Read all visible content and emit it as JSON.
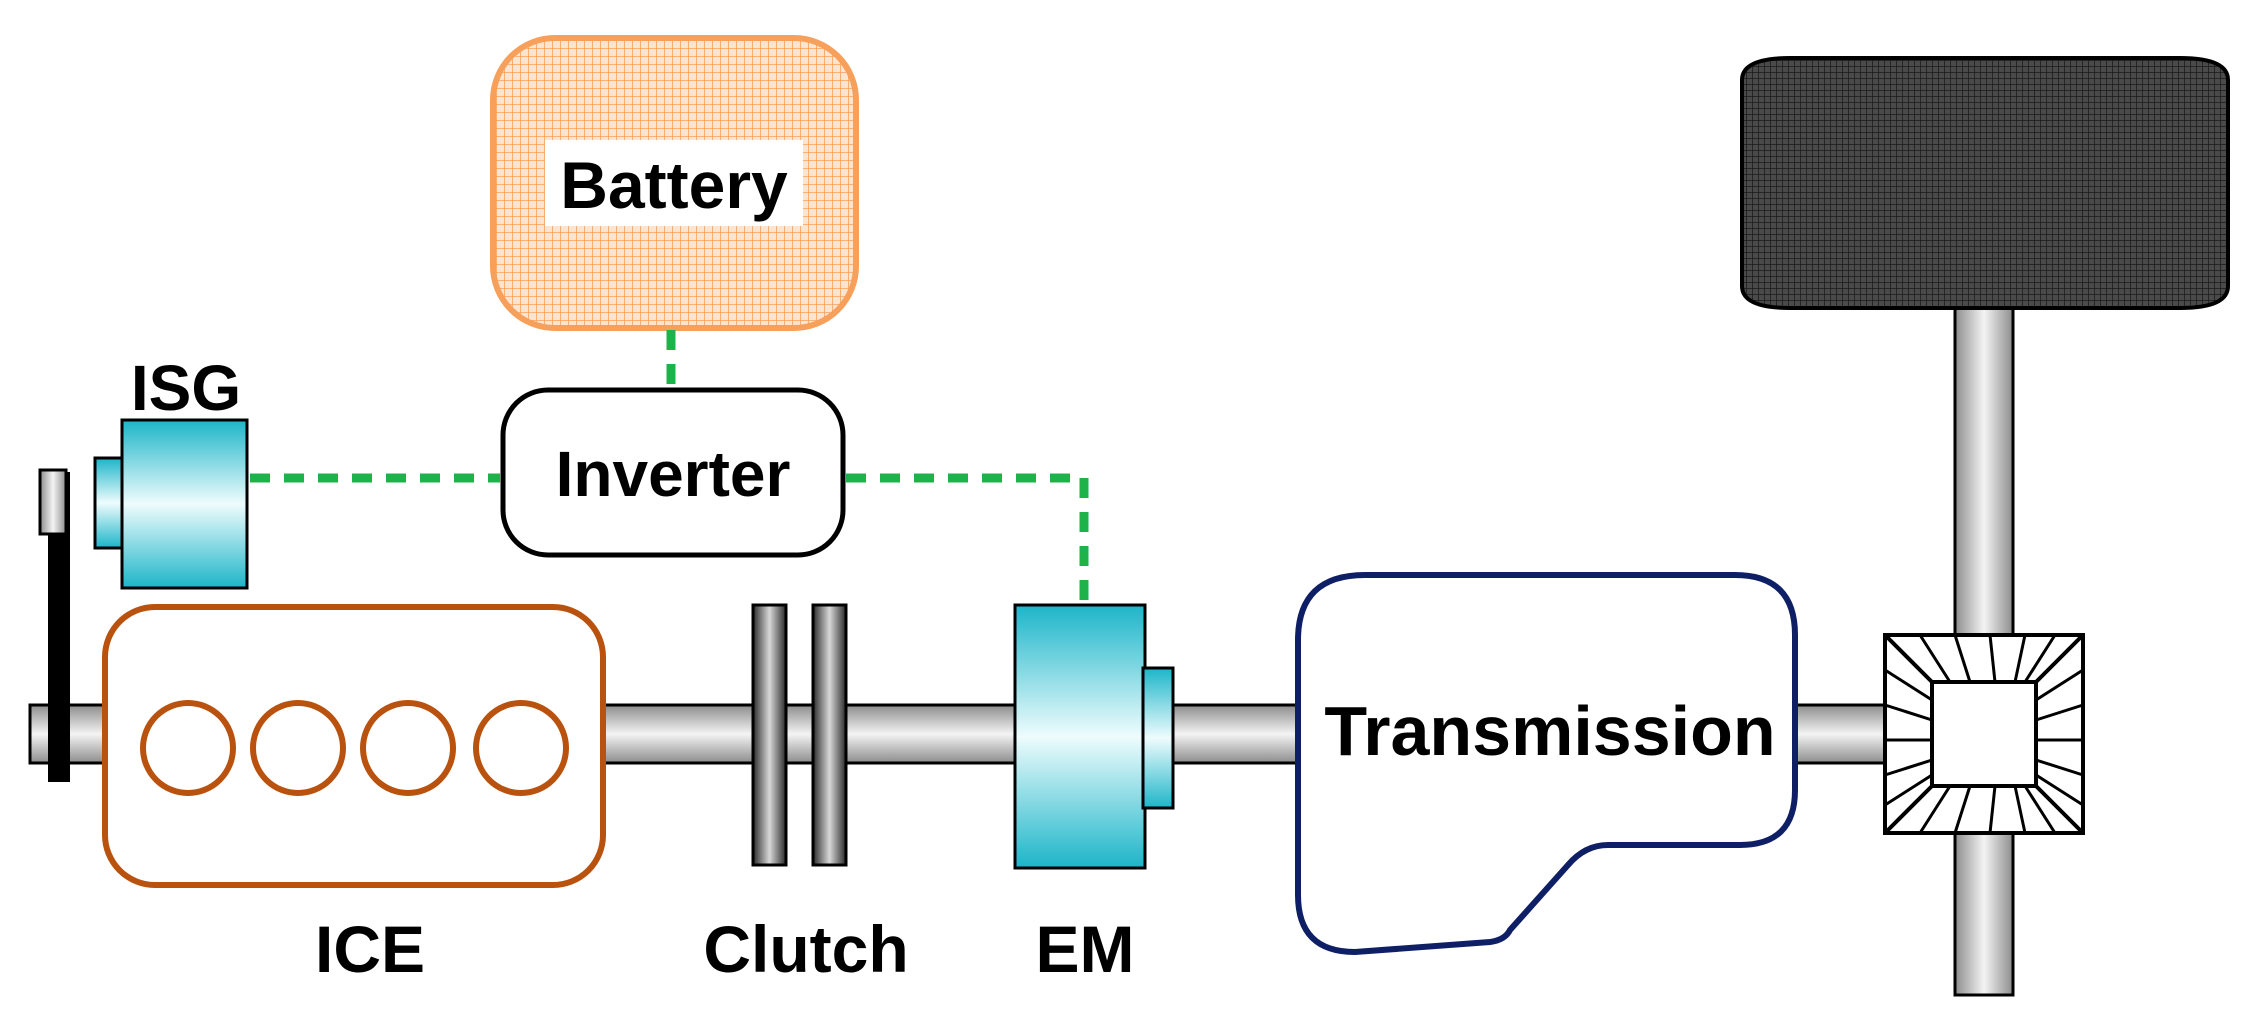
{
  "labels": {
    "battery": "Battery",
    "inverter": "Inverter",
    "isg": "ISG",
    "ice": "ICE",
    "clutch": "Clutch",
    "em": "EM",
    "transmission": "Transmission"
  },
  "colors": {
    "battery_stroke": "#f6a05c",
    "battery_fill": "#fbd3b3",
    "ice_stroke": "#b8520e",
    "transmission_stroke": "#0f1f66",
    "electrical_link": "#1db34a",
    "motor_fill_dark": "#1cb5c9",
    "motor_fill_light": "#e8fafc",
    "wheel_fill": "#3a3a3a",
    "shaft_dark": "#8c8c8c",
    "shaft_light": "#f2f2f2"
  }
}
